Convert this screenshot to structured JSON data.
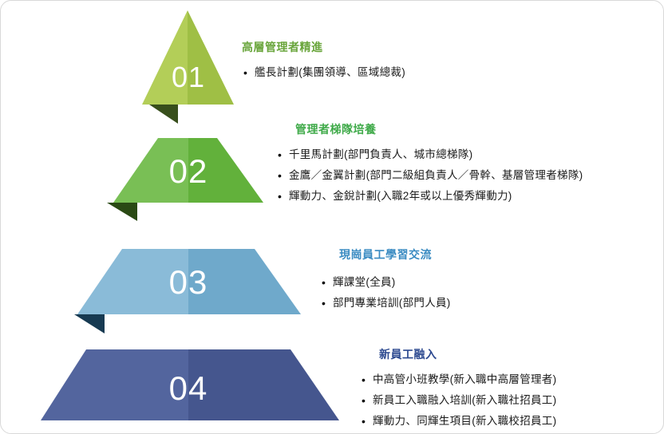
{
  "diagram": {
    "type": "pyramid-4-levels",
    "background": "#ffffff"
  },
  "levels": [
    {
      "number": "01",
      "title": "高層管理者精進",
      "bullets": [
        "艦長計劃(集團領導、區域總裁)"
      ],
      "colors": {
        "left": "#b3ce58",
        "right": "#9fbf45",
        "fold": "#384f1c",
        "title": "#69a53b"
      }
    },
    {
      "number": "02",
      "title": "管理者梯隊培養",
      "bullets": [
        "千里馬計劃(部門負責人、城市總梯隊)",
        "金鷹／金翼計劃(部門二級組負責人／骨幹、基層管理者梯隊)",
        "輝動力、金銳計劃(入職2年或以上優秀輝動力)"
      ],
      "colors": {
        "left": "#79bf55",
        "right": "#62b13b",
        "fold": "#2a4a14",
        "title": "#3faa49"
      }
    },
    {
      "number": "03",
      "title": "現崗員工學習交流",
      "bullets": [
        "輝課堂(全員)",
        "部門專業培訓(部門人員)"
      ],
      "colors": {
        "left": "#8abbd8",
        "right": "#6fa9cb",
        "fold": "#173a52",
        "title": "#3a8bc2"
      }
    },
    {
      "number": "04",
      "title": "新員工融入",
      "bullets": [
        "中高管小班教學(新入職中高層管理者)",
        "新員工入職融入培訓(新入職社招員工)",
        "輝動力、同輝生項目(新入職校招員工)"
      ],
      "colors": {
        "left": "#53659e",
        "right": "#45568e",
        "fold": "#222f52",
        "title": "#2d4a90"
      }
    }
  ]
}
